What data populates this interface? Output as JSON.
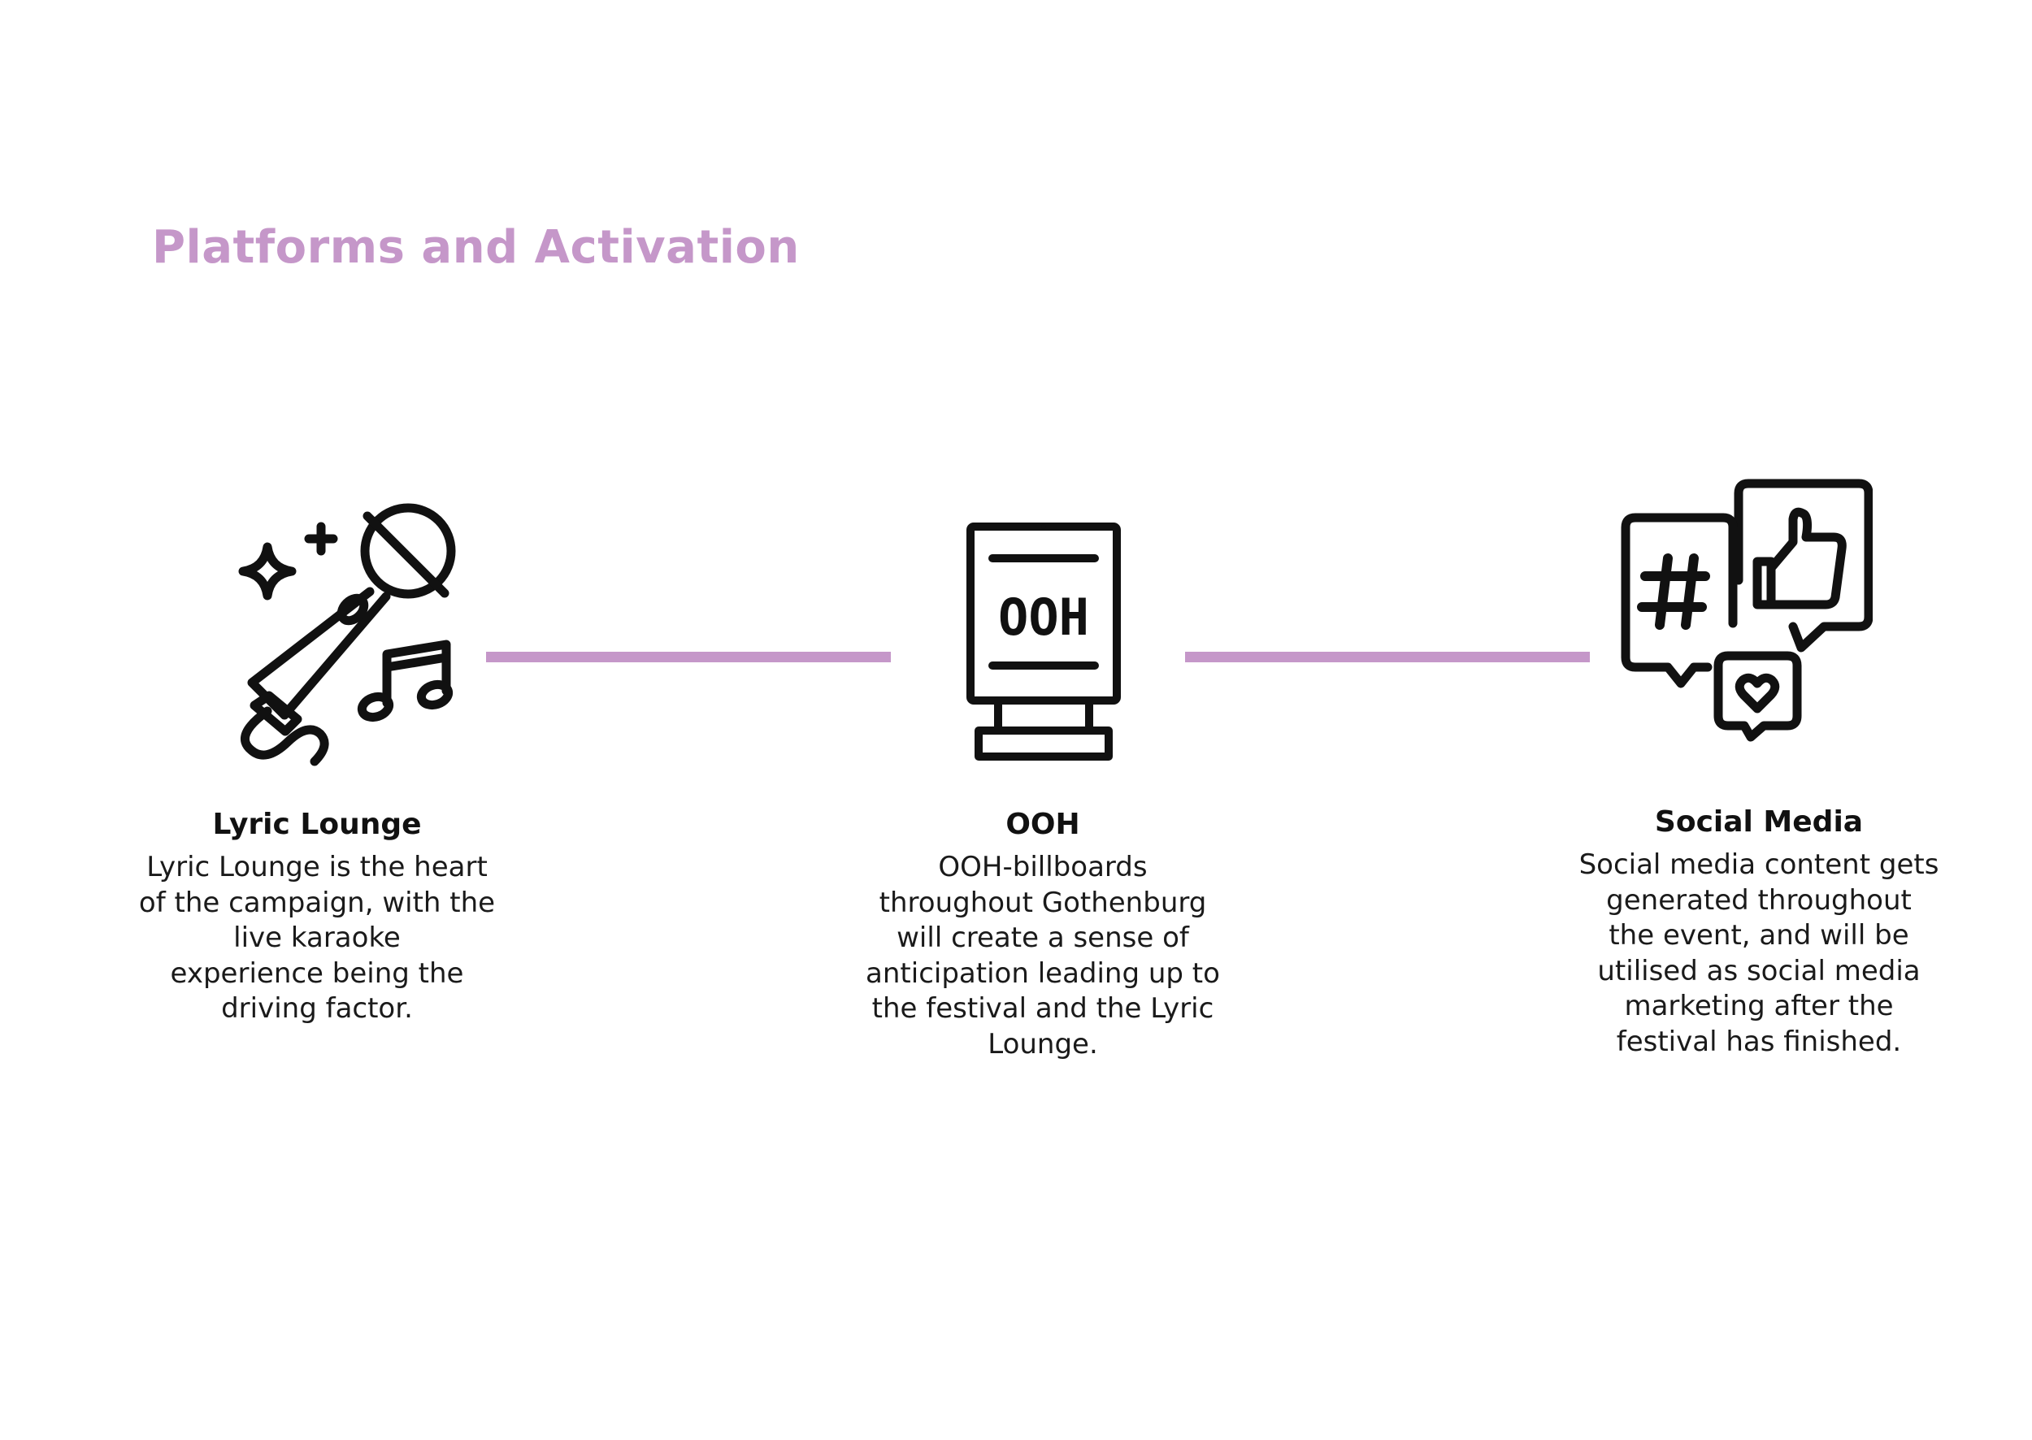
{
  "page": {
    "title": "Platforms and Activation",
    "accent_color": "#c597c9",
    "text_color": "#111111"
  },
  "items": [
    {
      "icon": "microphone-music-icon",
      "heading": "Lyric Lounge",
      "description": "Lyric Lounge is the heart\nof the campaign, with the\nlive karaoke\nexperience being the\ndriving factor."
    },
    {
      "icon": "ooh-billboard-icon",
      "icon_label": "OOH",
      "heading": "OOH",
      "description": "OOH-billboards\nthroughout Gothenburg\nwill create a sense of\nanticipation leading up to\nthe festival and the Lyric\nLounge."
    },
    {
      "icon": "social-media-bubbles-icon",
      "icon_label": "#",
      "heading": "Social Media",
      "description": "Social media content gets\ngenerated throughout\nthe event, and will be\nutilised as social media\nmarketing after the\nfestival has finished."
    }
  ]
}
